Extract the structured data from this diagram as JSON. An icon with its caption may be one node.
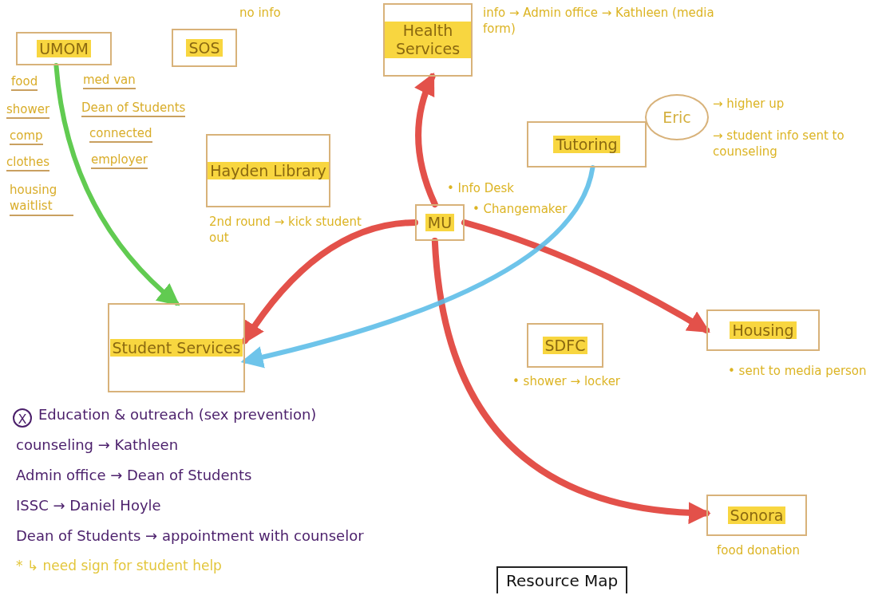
{
  "diagram": {
    "title": "Resource Map",
    "nodes": [
      {
        "text": [
          "UMOM"
        ],
        "beside": [
          "food",
          "shower",
          "comp",
          "clothes",
          "housing waitlist",
          "med van",
          "Dean of Students",
          "connected",
          "employer"
        ]
      },
      {
        "text": [
          "SOS"
        ],
        "beside": [
          "no info"
        ]
      },
      {
        "text": [
          "Health Services"
        ],
        "beside": [
          "info → Admin office → Kathleen (media form)"
        ]
      },
      {
        "text": [
          "Hayden Library"
        ],
        "beside": [
          "2nd round → kick student out"
        ]
      },
      {
        "text": [
          "Tutoring"
        ]
      },
      {
        "text": [
          "Eric"
        ],
        "beside": [
          "→ higher up",
          "→ student info sent to counseling"
        ]
      },
      {
        "text": [
          "MU"
        ],
        "beside": [
          "• Info Desk",
          "• Changemaker"
        ]
      },
      {
        "text": [
          "Student Services"
        ]
      },
      {
        "text": [
          "SDFC"
        ],
        "beside": [
          "• shower → locker"
        ]
      },
      {
        "text": [
          "Housing"
        ],
        "beside": [
          "• sent to media person"
        ]
      },
      {
        "text": [
          "Sonora"
        ],
        "beside": [
          "food donation"
        ]
      }
    ],
    "edges": [
      {
        "from": 0,
        "to": 7,
        "arrow": "to",
        "color": "#4cc43a"
      },
      {
        "from": 6,
        "to": 2,
        "arrow": "to"
      },
      {
        "from": 6,
        "to": 7,
        "arrow": "to"
      },
      {
        "from": 6,
        "to": 9,
        "arrow": "to"
      },
      {
        "from": 6,
        "to": 10,
        "arrow": "to"
      },
      {
        "from": 4,
        "to": 7,
        "arrow": "to",
        "color": "#5bbde8"
      }
    ],
    "labels": [
      "X",
      "Education & outreach (sex prevention)",
      "counseling → Kathleen",
      "Admin office → Dean of Students",
      "ISSC → Daniel Hoyle",
      "Dean of Students → appointment with counselor",
      "* ↳ need sign for student help"
    ]
  }
}
